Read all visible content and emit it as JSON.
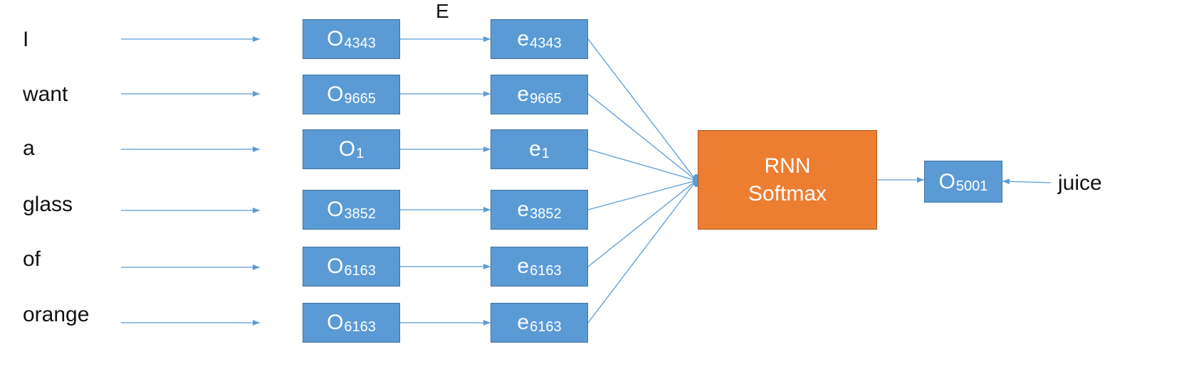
{
  "matrix_label": "E",
  "rows": [
    {
      "word": "I",
      "onehot_sym": "O",
      "onehot_idx": "4343",
      "embed_sym": "e",
      "embed_idx": "4343"
    },
    {
      "word": "want",
      "onehot_sym": "O",
      "onehot_idx": "9665",
      "embed_sym": "e",
      "embed_idx": "9665"
    },
    {
      "word": "a",
      "onehot_sym": "O",
      "onehot_idx": "1",
      "embed_sym": "e",
      "embed_idx": "1"
    },
    {
      "word": "glass",
      "onehot_sym": "O",
      "onehot_idx": "3852",
      "embed_sym": "e",
      "embed_idx": "3852"
    },
    {
      "word": "of",
      "onehot_sym": "O",
      "onehot_idx": "6163",
      "embed_sym": "e",
      "embed_idx": "6163"
    },
    {
      "word": "orange",
      "onehot_sym": "O",
      "onehot_idx": "6163",
      "embed_sym": "e",
      "embed_idx": "6163"
    }
  ],
  "rnn_box": {
    "line1": "RNN",
    "line2": "Softmax"
  },
  "output": {
    "sym": "O",
    "idx": "5001",
    "target_word": "juice"
  },
  "colors": {
    "box_fill": "#5b9bd5",
    "box_border": "#41719c",
    "rnn_fill": "#ed7d31",
    "rnn_border": "#ae5a21",
    "arrow": "#5b9bd5"
  }
}
